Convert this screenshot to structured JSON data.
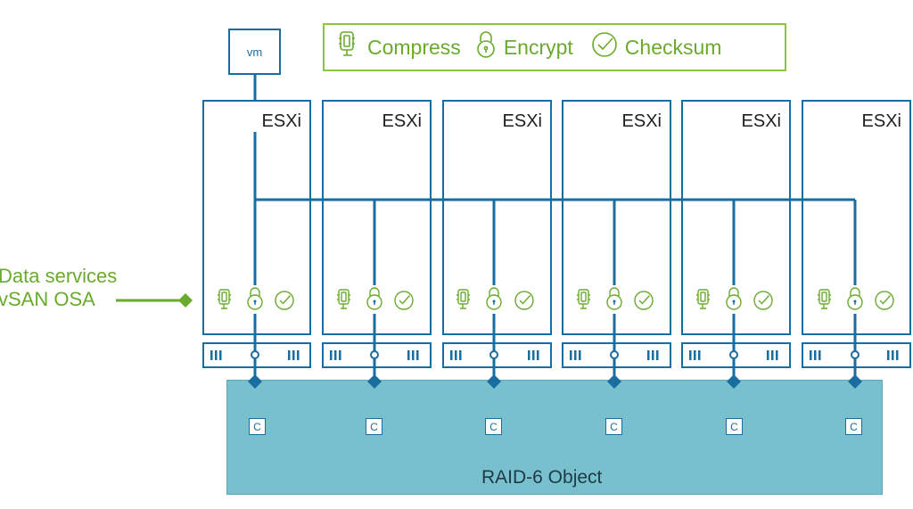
{
  "vm": {
    "label": "vm"
  },
  "legend": {
    "compress": "Compress",
    "encrypt": "Encrypt",
    "checksum": "Checksum"
  },
  "hosts": [
    {
      "label": "ESXi"
    },
    {
      "label": "ESXi"
    },
    {
      "label": "ESXi"
    },
    {
      "label": "ESXi"
    },
    {
      "label": "ESXi"
    },
    {
      "label": "ESXi"
    }
  ],
  "components": [
    {
      "label": "C"
    },
    {
      "label": "C"
    },
    {
      "label": "C"
    },
    {
      "label": "C"
    },
    {
      "label": "C"
    },
    {
      "label": "C"
    }
  ],
  "raid": {
    "label": "RAID-6 Object"
  },
  "data_services": {
    "line1": "Data services",
    "line2": "vSAN OSA"
  },
  "colors": {
    "blue": "#1a6e9f",
    "green": "#8cc63f",
    "raid_fill": "#79c0cf"
  }
}
